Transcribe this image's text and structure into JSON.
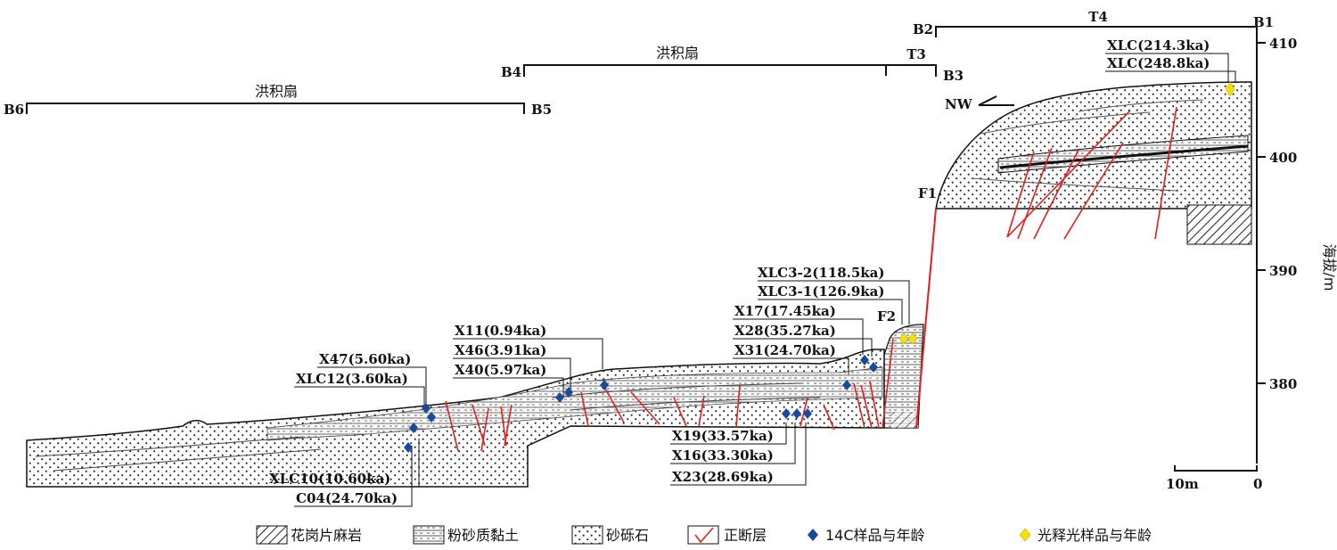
{
  "section_labels": {
    "fan_left": "洪积扇",
    "fan_mid": "洪积扇",
    "t3": "T3",
    "t4": "T4",
    "b6": "B6",
    "b5": "B5",
    "b4": "B4",
    "b3": "B3",
    "b2": "B2",
    "b1": "B1"
  },
  "orientation": "NW",
  "faults": {
    "f1": "F1",
    "f2": "F2"
  },
  "elevation_axis": {
    "label": "海拔/m",
    "ticks": [
      "410",
      "400",
      "390",
      "380"
    ]
  },
  "scale_bar": {
    "left": "10m",
    "right": "0"
  },
  "samples": {
    "xlc_214": "XLC(214.3ka)",
    "xlc_248": "XLC(248.8ka)",
    "xlc3_2": "XLC3-2(118.5ka)",
    "xlc3_1": "XLC3-1(126.9ka)",
    "x17": "X17(17.45ka)",
    "x28": "X28(35.27ka)",
    "x31": "X31(24.70ka)",
    "x11": "X11(0.94ka)",
    "x46": "X46(3.91ka)",
    "x40": "X40(5.97ka)",
    "x47": "X47(5.60ka)",
    "xlc12": "XLC12(3.60ka)",
    "xlc10": "XLC10(10.60ka)",
    "c04": "C04(24.70ka)",
    "x19": "X19(33.57ka)",
    "x16": "X16(33.30ka)",
    "x23": "X23(28.69ka)"
  },
  "legend": {
    "granite": "花岗片麻岩",
    "silt": "粉砂质黏土",
    "gravel": "砂砾石",
    "fault": "正断层",
    "c14": "14C样品与年龄",
    "osl": "光释光样品与年龄"
  },
  "colors": {
    "fault": "#e0201c",
    "c14_marker": "#1a4aa0",
    "osl_marker": "#f5e10a"
  }
}
